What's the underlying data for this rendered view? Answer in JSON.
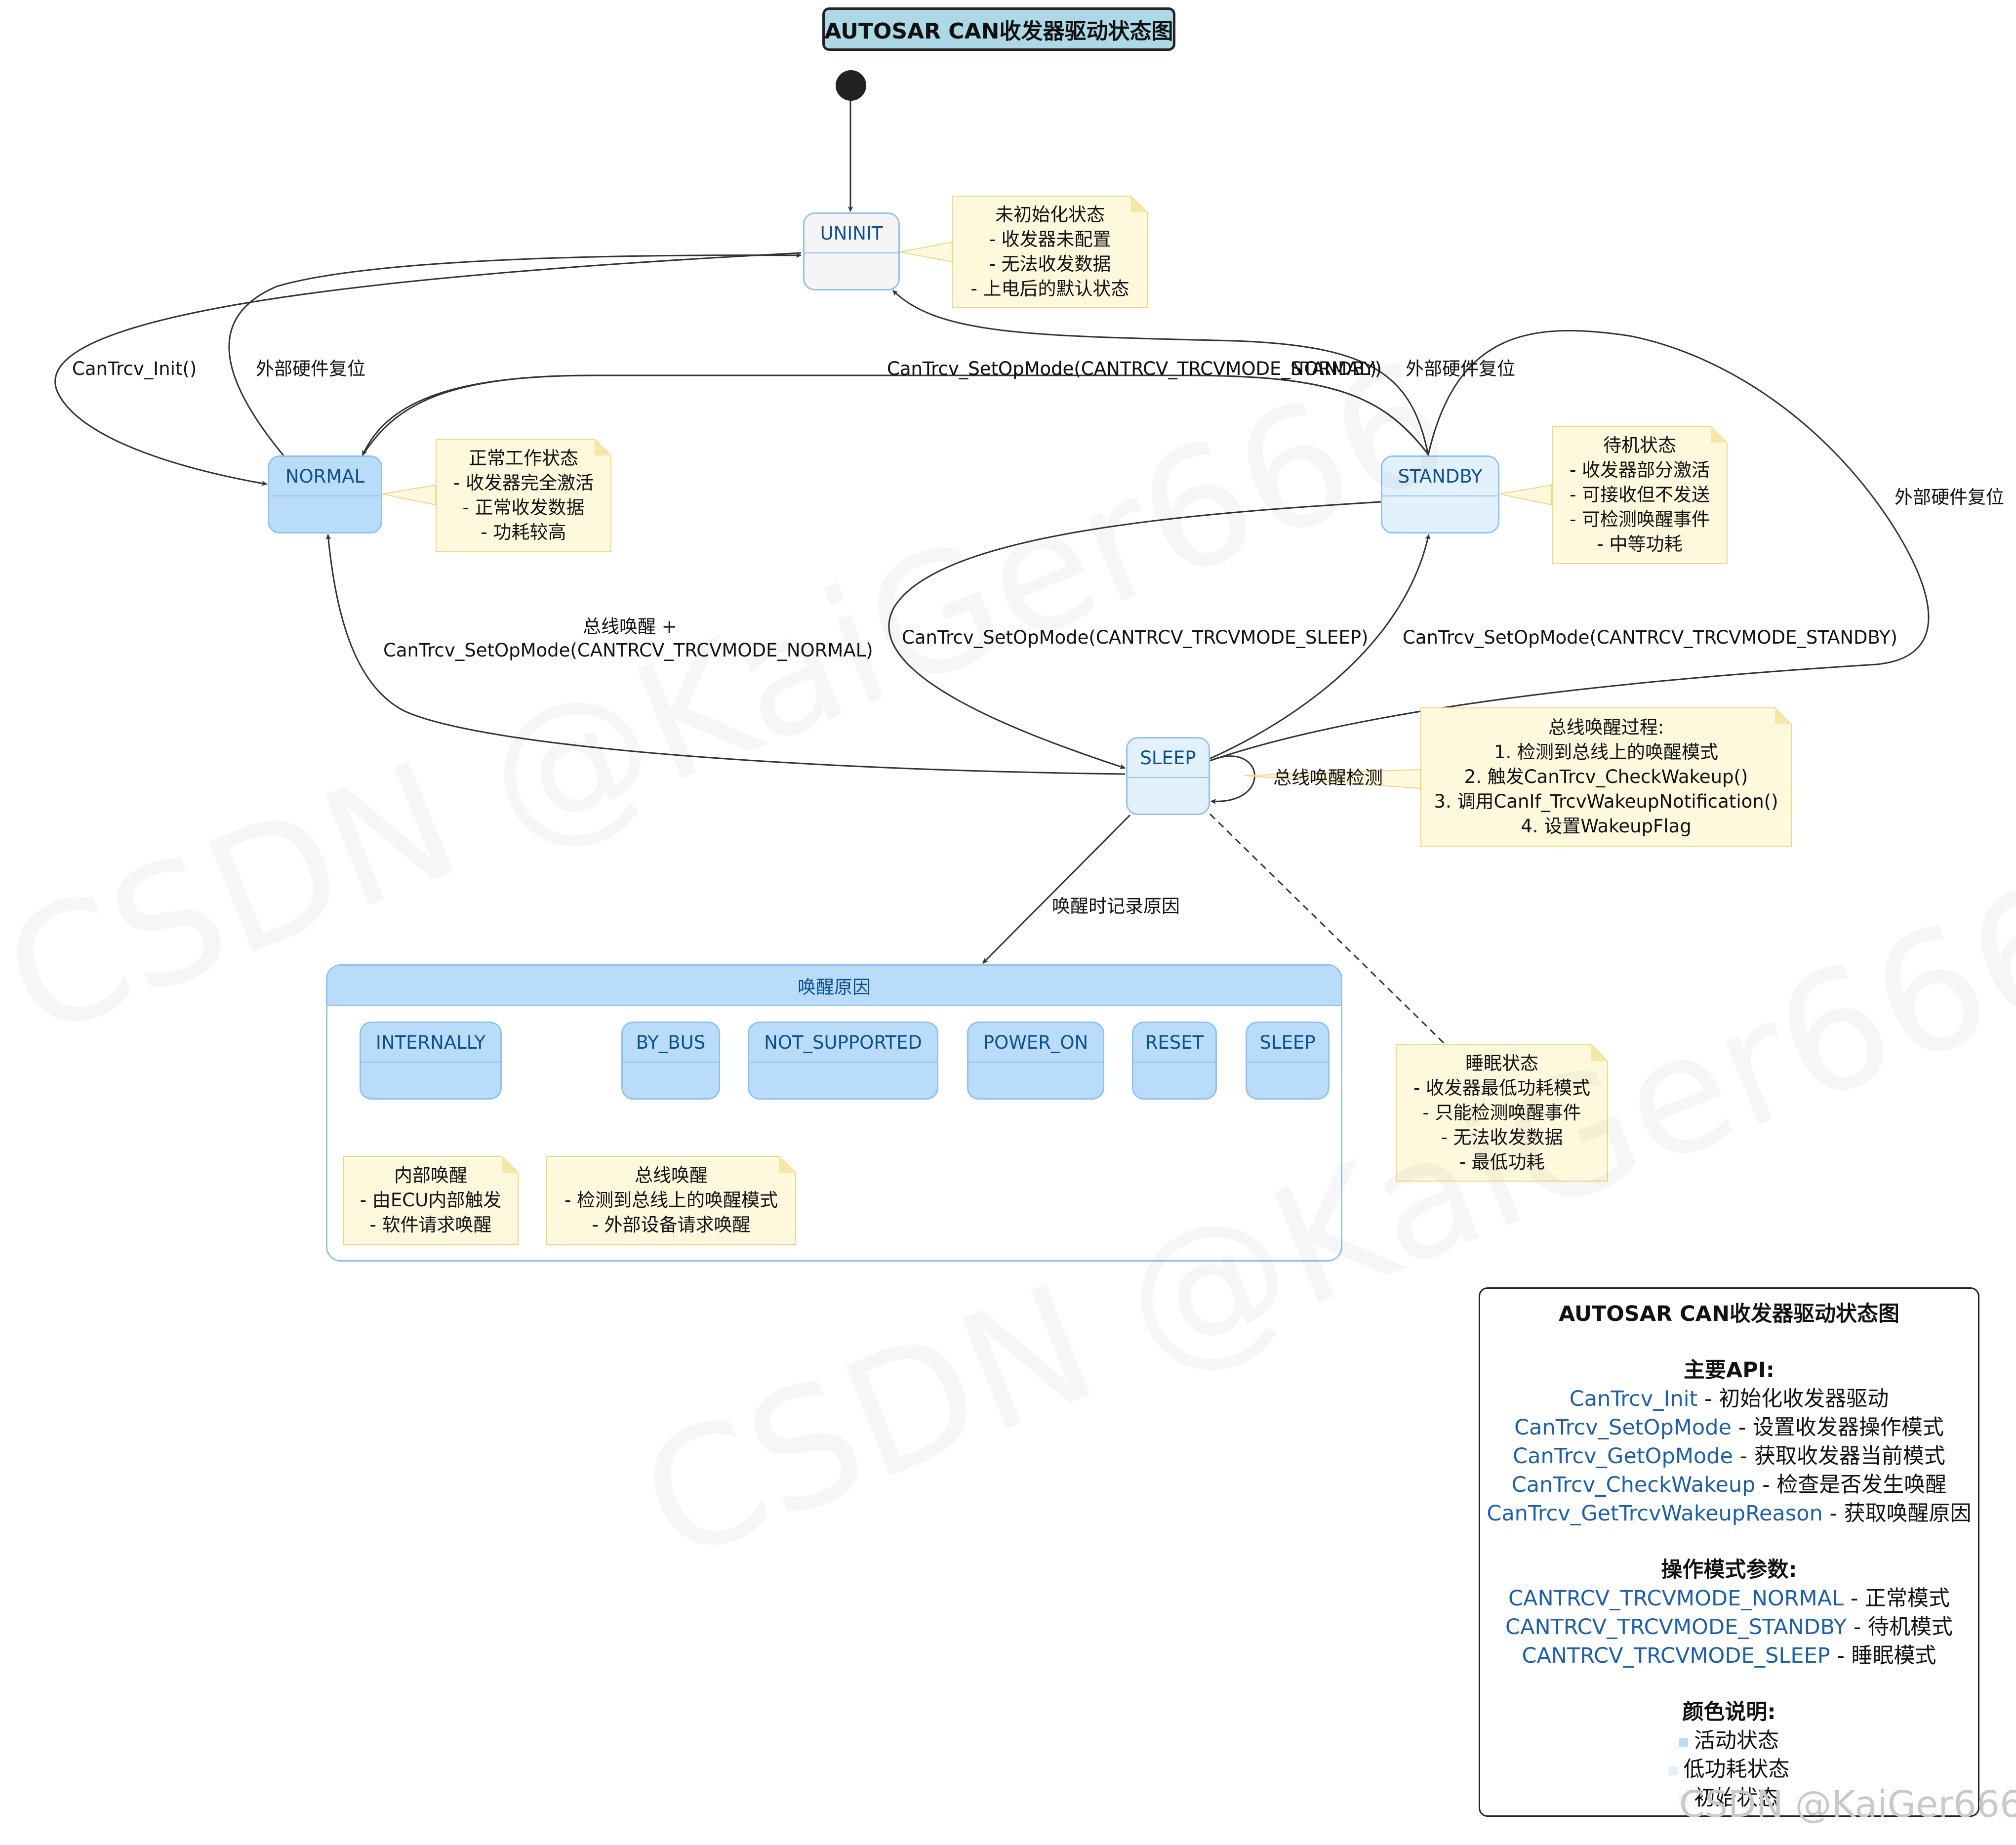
{
  "title": "AUTOSAR CAN收发器驱动状态图",
  "states": {
    "uninit": "UNINIT",
    "normal": "NORMAL",
    "standby": "STANDBY",
    "sleep": "SLEEP"
  },
  "notes": {
    "uninit": [
      "未初始化状态",
      "- 收发器未配置",
      "- 无法收发数据",
      "- 上电后的默认状态"
    ],
    "normal": [
      "正常工作状态",
      "- 收发器完全激活",
      "- 正常收发数据",
      "- 功耗较高"
    ],
    "standby": [
      "待机状态",
      "- 收发器部分激活",
      "- 可接收但不发送",
      "- 可检测唤醒事件",
      "- 中等功耗"
    ],
    "sleep_wakeup": [
      "总线唤醒过程:",
      "1. 检测到总线上的唤醒模式",
      "2. 触发CanTrcv_CheckWakeup()",
      "3. 调用CanIf_TrcvWakeupNotification()",
      "4. 设置WakeupFlag"
    ],
    "sleep": [
      "睡眠状态",
      "- 收发器最低功耗模式",
      "- 只能检测唤醒事件",
      "- 无法收发数据",
      "- 最低功耗"
    ],
    "internally": [
      "内部唤醒",
      "- 由ECU内部触发",
      "- 软件请求唤醒"
    ],
    "by_bus": [
      "总线唤醒",
      "- 检测到总线上的唤醒模式",
      "- 外部设备请求唤醒"
    ]
  },
  "transitions": {
    "init": "CanTrcv_Init()",
    "reset_normal": "外部硬件复位",
    "to_normal": "CanTrcv_SetOpMode(CANTRCV_TRCVMODE_NORMAL)",
    "to_standby": "CanTrcv_SetOpMode(CANTRCV_TRCVMODE_STANDBY)",
    "reset_standby": "外部硬件复位",
    "reset_sleep": "外部硬件复位",
    "bus_wakeup_line1": "总线唤醒 +",
    "bus_wakeup_line2": "CanTrcv_SetOpMode(CANTRCV_TRCVMODE_NORMAL)",
    "to_sleep": "CanTrcv_SetOpMode(CANTRCV_TRCVMODE_SLEEP)",
    "sleep_to_standby": "CanTrcv_SetOpMode(CANTRCV_TRCVMODE_STANDBY)",
    "self_loop": "总线唤醒检测",
    "record_reason": "唤醒时记录原因"
  },
  "wakeup_reasons": {
    "title": "唤醒原因",
    "items": [
      "INTERNALLY",
      "BY_BUS",
      "NOT_SUPPORTED",
      "POWER_ON",
      "RESET",
      "SLEEP"
    ]
  },
  "legend": {
    "title": "AUTOSAR CAN收发器驱动状态图",
    "api_heading": "主要API:",
    "apis": [
      {
        "name": "CanTrcv_Init",
        "desc": " - 初始化收发器驱动"
      },
      {
        "name": "CanTrcv_SetOpMode",
        "desc": " - 设置收发器操作模式"
      },
      {
        "name": "CanTrcv_GetOpMode",
        "desc": " - 获取收发器当前模式"
      },
      {
        "name": "CanTrcv_CheckWakeup",
        "desc": " - 检查是否发生唤醒"
      },
      {
        "name": "CanTrcv_GetTrcvWakeupReason",
        "desc": " - 获取唤醒原因"
      }
    ],
    "mode_heading": "操作模式参数:",
    "modes": [
      {
        "name": "CANTRCV_TRCVMODE_NORMAL",
        "desc": " - 正常模式"
      },
      {
        "name": "CANTRCV_TRCVMODE_STANDBY",
        "desc": " - 待机模式"
      },
      {
        "name": "CANTRCV_TRCVMODE_SLEEP",
        "desc": " - 睡眠模式"
      }
    ],
    "color_heading": "颜色说明:",
    "colors": [
      {
        "label": "活动状态",
        "color": "#b8dcf9"
      },
      {
        "label": "低功耗状态",
        "color": "#e2f1fd"
      },
      {
        "label": "初始状态",
        "color": "#f5f5f5"
      }
    ]
  },
  "watermark": "CSDN @KaiGer666"
}
